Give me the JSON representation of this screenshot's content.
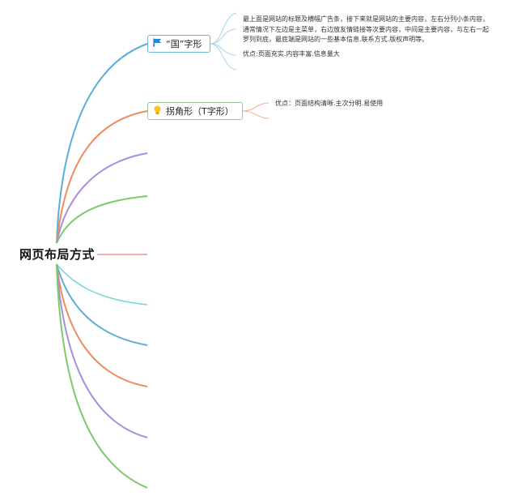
{
  "root": {
    "label": "网页布局方式"
  },
  "branches": [
    {
      "label": "“国”字形",
      "icon": "flag-icon",
      "color": "#5aaed8",
      "children": [
        "最上面是网站的标题及横幅广告条，接下来就是网站的主要内容，左右分列小条内容，通常情况下左边是主菜单，右边放友情链接等次要内容，中间是主要内容，与左右一起罗列到底，最底端是网站的一些基本信息.联系方式.版权声明等。",
        "优点:页面充实.内容丰富.信息量大"
      ]
    },
    {
      "label": "拐角形（T字形）",
      "icon": "lightbulb-icon",
      "color": "#f08a5a",
      "children": [
        "优点：页面结构清晰.主次分明.易使用"
      ]
    }
  ],
  "empty_branch_colors": [
    "#a98fdc",
    "#7cc96a",
    "#e89a8a",
    "#79d3d3",
    "#5aaed8",
    "#f08a5a",
    "#a98fdc",
    "#7cc96a"
  ],
  "colors": {
    "blue": "#5aaed8",
    "orange": "#f08a5a",
    "purple": "#a98fdc",
    "green": "#7cc96a",
    "salmon": "#e89a8a",
    "teal": "#79d3d3"
  }
}
